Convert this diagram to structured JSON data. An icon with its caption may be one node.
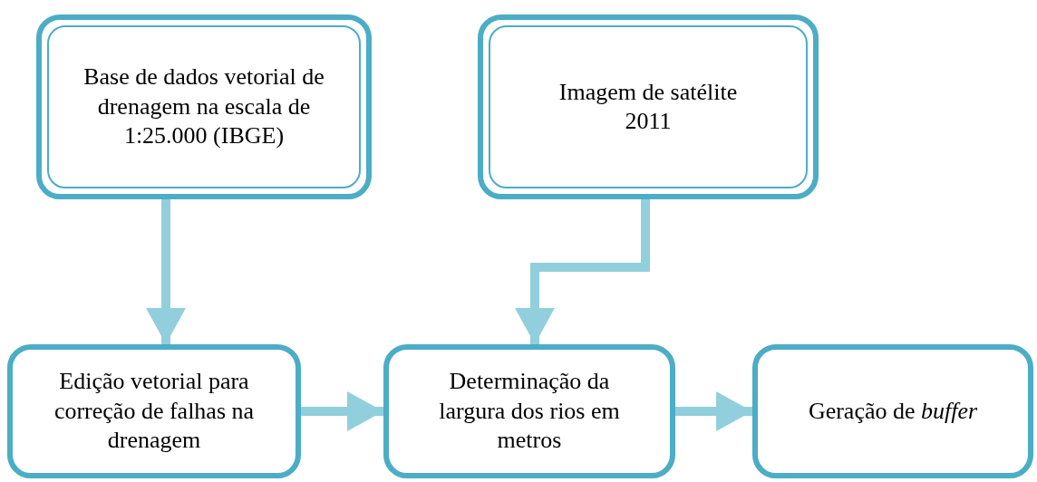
{
  "diagram": {
    "nodes": [
      {
        "text": [
          "Base de dados vetorial de drenagem na escala de 1:25.000 (IBGE)"
        ]
      },
      {
        "text": [
          "Imagem de satélite 2011"
        ]
      },
      {
        "text": [
          "Edição vetorial para correção de falhas na drenagem"
        ]
      },
      {
        "text": [
          "Determinação da largura dos rios em metros"
        ]
      },
      {
        "text": [
          "Geração de *buffer*"
        ]
      }
    ],
    "edges": [
      {
        "from": 0,
        "to": 2,
        "arrow": "to"
      },
      {
        "from": 1,
        "to": 3,
        "arrow": "to"
      },
      {
        "from": 2,
        "to": 3,
        "arrow": "to"
      },
      {
        "from": 3,
        "to": 4,
        "arrow": "to"
      }
    ]
  }
}
